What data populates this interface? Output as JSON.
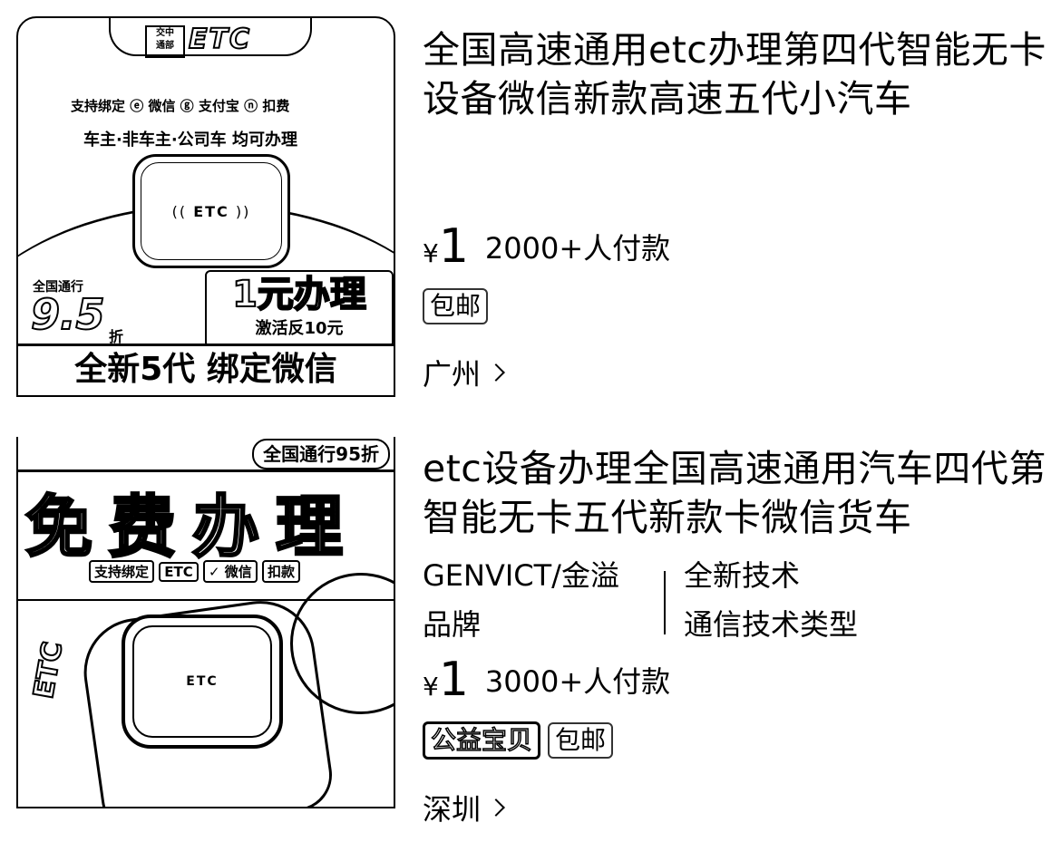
{
  "items": [
    {
      "image": {
        "logo_badge": "交中\n通部",
        "logo_text": "ETC",
        "pay_line": "支持绑定 ⓔ 微信 ⓖ 支付宝 ⓝ 扣费",
        "owner_line": "车主·非车主·公司车 均可办理",
        "device_label": "ETC",
        "discount_label": "全国通行",
        "discount_value": "9.5",
        "discount_unit": "折",
        "price_big": "1元办理",
        "price_sub": "激活反10元",
        "bottom_band": "全新5代  绑定微信"
      },
      "title": "全国高速通用etc办理第四代智能无卡设备微信新款高速五代小汽车",
      "currency": "¥",
      "price": "1",
      "sales": "2000+人付款",
      "badges": [
        "包邮"
      ],
      "location": "广州"
    },
    {
      "image": {
        "tag": "全国通行95折",
        "free_text": "免费办理",
        "support_prefix": "支持绑定",
        "support_chip_1": "ETC",
        "support_chip_2": "✓ 微信",
        "support_suffix": "扣款",
        "device_label": "ETC",
        "side_mark": "ETC"
      },
      "title": "etc设备办理全国高速通用汽车四代第智能无卡五代新款卡微信货车",
      "attrs": [
        {
          "value": "GENVICT/金溢",
          "label": "品牌"
        },
        {
          "value": "全新技术",
          "label": "通信技术类型"
        }
      ],
      "currency": "¥",
      "price": "1",
      "sales": "3000+人付款",
      "badges": [
        "公益宝贝",
        "包邮"
      ],
      "location": "深圳"
    }
  ]
}
